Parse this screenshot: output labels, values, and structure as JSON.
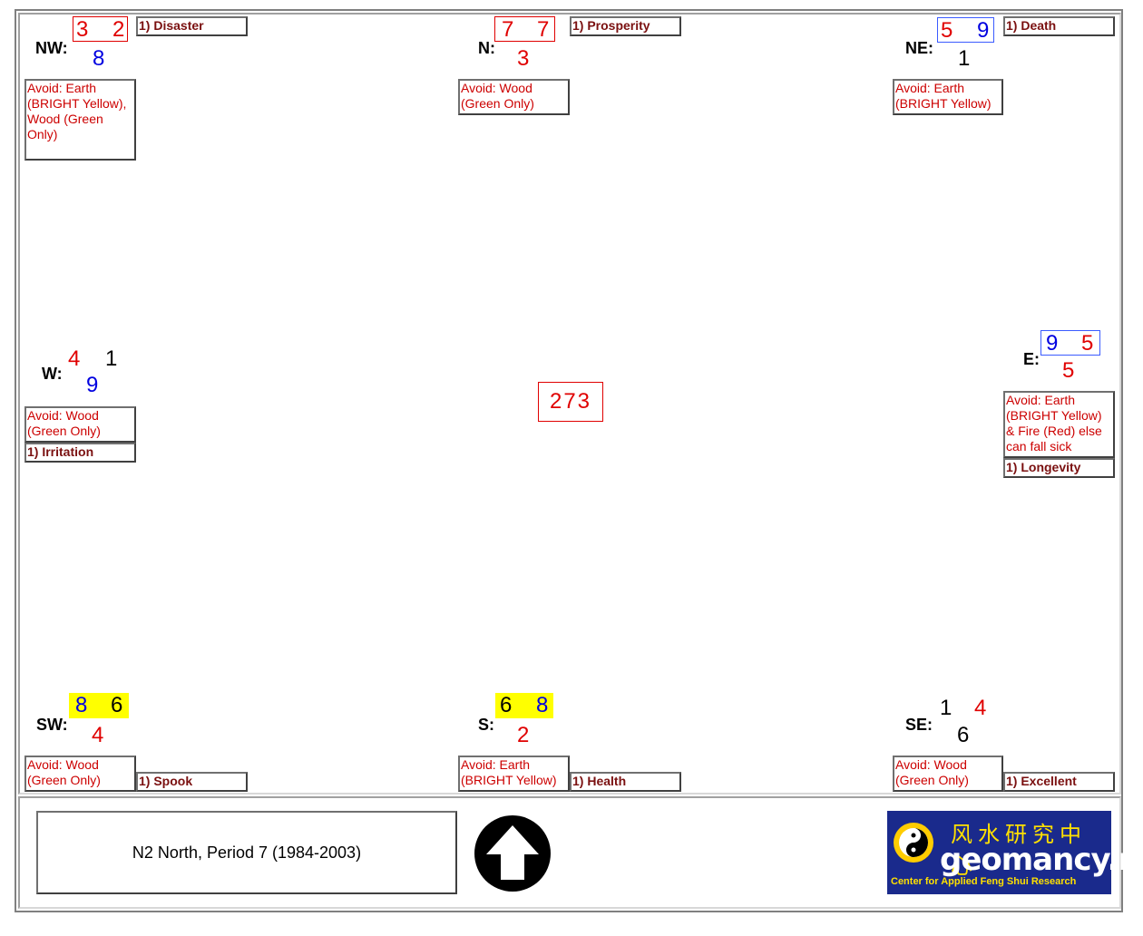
{
  "sectors": {
    "nw": {
      "dir": "NW:",
      "left": "3",
      "right": "2",
      "bottom": "8",
      "label": "1) Disaster",
      "avoid": "Avoid: Earth (BRIGHT Yellow), Wood (Green Only)"
    },
    "n": {
      "dir": "N:",
      "left": "7",
      "right": "7",
      "bottom": "3",
      "label": "1) Prosperity",
      "avoid": "Avoid: Wood (Green Only)"
    },
    "ne": {
      "dir": "NE:",
      "left": "5",
      "right": "9",
      "bottom": "1",
      "label": "1) Death",
      "avoid": "Avoid: Earth (BRIGHT Yellow)"
    },
    "w": {
      "dir": "W:",
      "left": "4",
      "right": "1",
      "bottom": "9",
      "label": "1) Irritation",
      "avoid": "Avoid: Wood (Green Only)"
    },
    "e": {
      "dir": "E:",
      "left": "9",
      "right": "5",
      "bottom": "5",
      "label": "1) Longevity",
      "avoid": "Avoid: Earth (BRIGHT Yellow) & Fire (Red) else can fall sick"
    },
    "sw": {
      "dir": "SW:",
      "left": "8",
      "right": "6",
      "bottom": "4",
      "label": "1) Spook",
      "avoid": "Avoid: Wood (Green Only)"
    },
    "s": {
      "dir": "S:",
      "left": "6",
      "right": "8",
      "bottom": "2",
      "label": "1) Health",
      "avoid": "Avoid: Earth (BRIGHT Yellow)"
    },
    "se": {
      "dir": "SE:",
      "left": "1",
      "right": "4",
      "bottom": "6",
      "label": "1) Excellent",
      "avoid": "Avoid: Wood (Green Only)"
    }
  },
  "center": "273",
  "caption": "N2 North, Period 7 (1984-2003)",
  "logo": {
    "chinese": "风水研究中心",
    "name": "geomancy.net",
    "tagline": "Center for Applied Feng Shui Research"
  },
  "colors": {
    "red": "#e00000",
    "blue": "#0000e0",
    "highlight": "#ffff00",
    "label": "#7a1010"
  }
}
